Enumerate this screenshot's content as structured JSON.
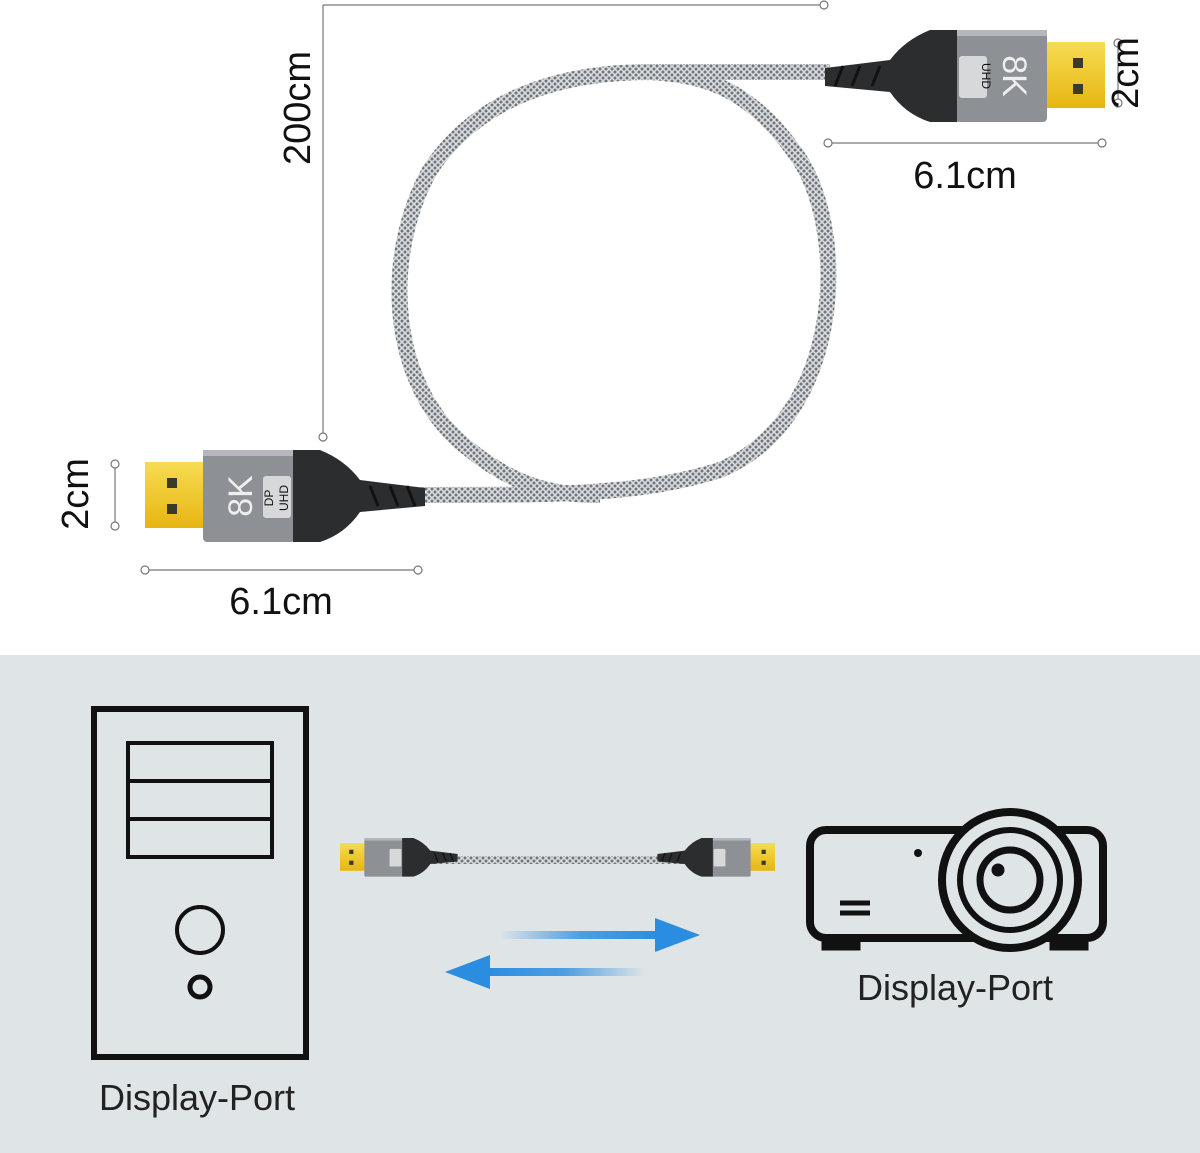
{
  "dimensions": {
    "cable_length": "200cm",
    "connector_height_left": "2cm",
    "connector_length_left": "6.1cm",
    "connector_height_right": "2cm",
    "connector_length_right": "6.1cm"
  },
  "connector": {
    "resolution_badge": "8K",
    "logo_text": "DP",
    "badge_text": "UHD"
  },
  "usage": {
    "source_label": "Display-Port",
    "target_label": "Display-Port"
  },
  "colors": {
    "bottom_background": "#dfe4e7",
    "gold": "#f2c81e",
    "housing": "#8d9196",
    "boot": "#2c2d2f",
    "arrow": "#2a8de0"
  }
}
